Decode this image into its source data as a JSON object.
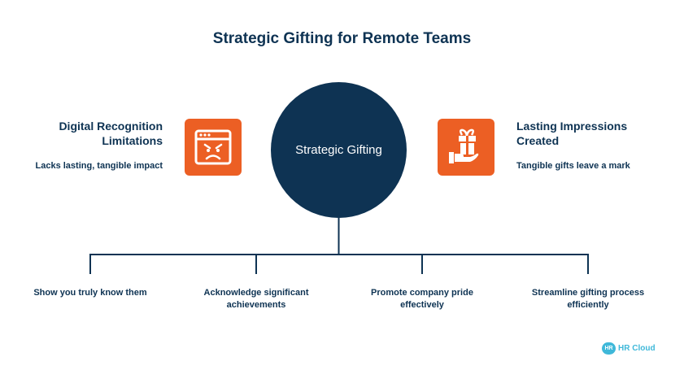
{
  "title": "Strategic Gifting for Remote Teams",
  "center": {
    "label": "Strategic Gifting"
  },
  "left_card": {
    "title_line1": "Digital Recognition",
    "title_line2": "Limitations",
    "subtitle": "Lacks lasting, tangible impact",
    "icon": "angry-browser-icon"
  },
  "right_card": {
    "title_line1": "Lasting Impressions",
    "title_line2": "Created",
    "subtitle": "Tangible gifts leave a mark",
    "icon": "gift-hand-icon"
  },
  "branches": [
    {
      "line1": "Show you truly know them",
      "line2": ""
    },
    {
      "line1": "Acknowledge significant",
      "line2": "achievements"
    },
    {
      "line1": "Promote company pride",
      "line2": "effectively"
    },
    {
      "line1": "Streamline gifting process",
      "line2": "efficiently"
    }
  ],
  "logo": {
    "badge": "HR",
    "text": "HR Cloud"
  },
  "colors": {
    "navy": "#0e3353",
    "accent": "#ec5f24",
    "logo": "#3fb8d9"
  }
}
